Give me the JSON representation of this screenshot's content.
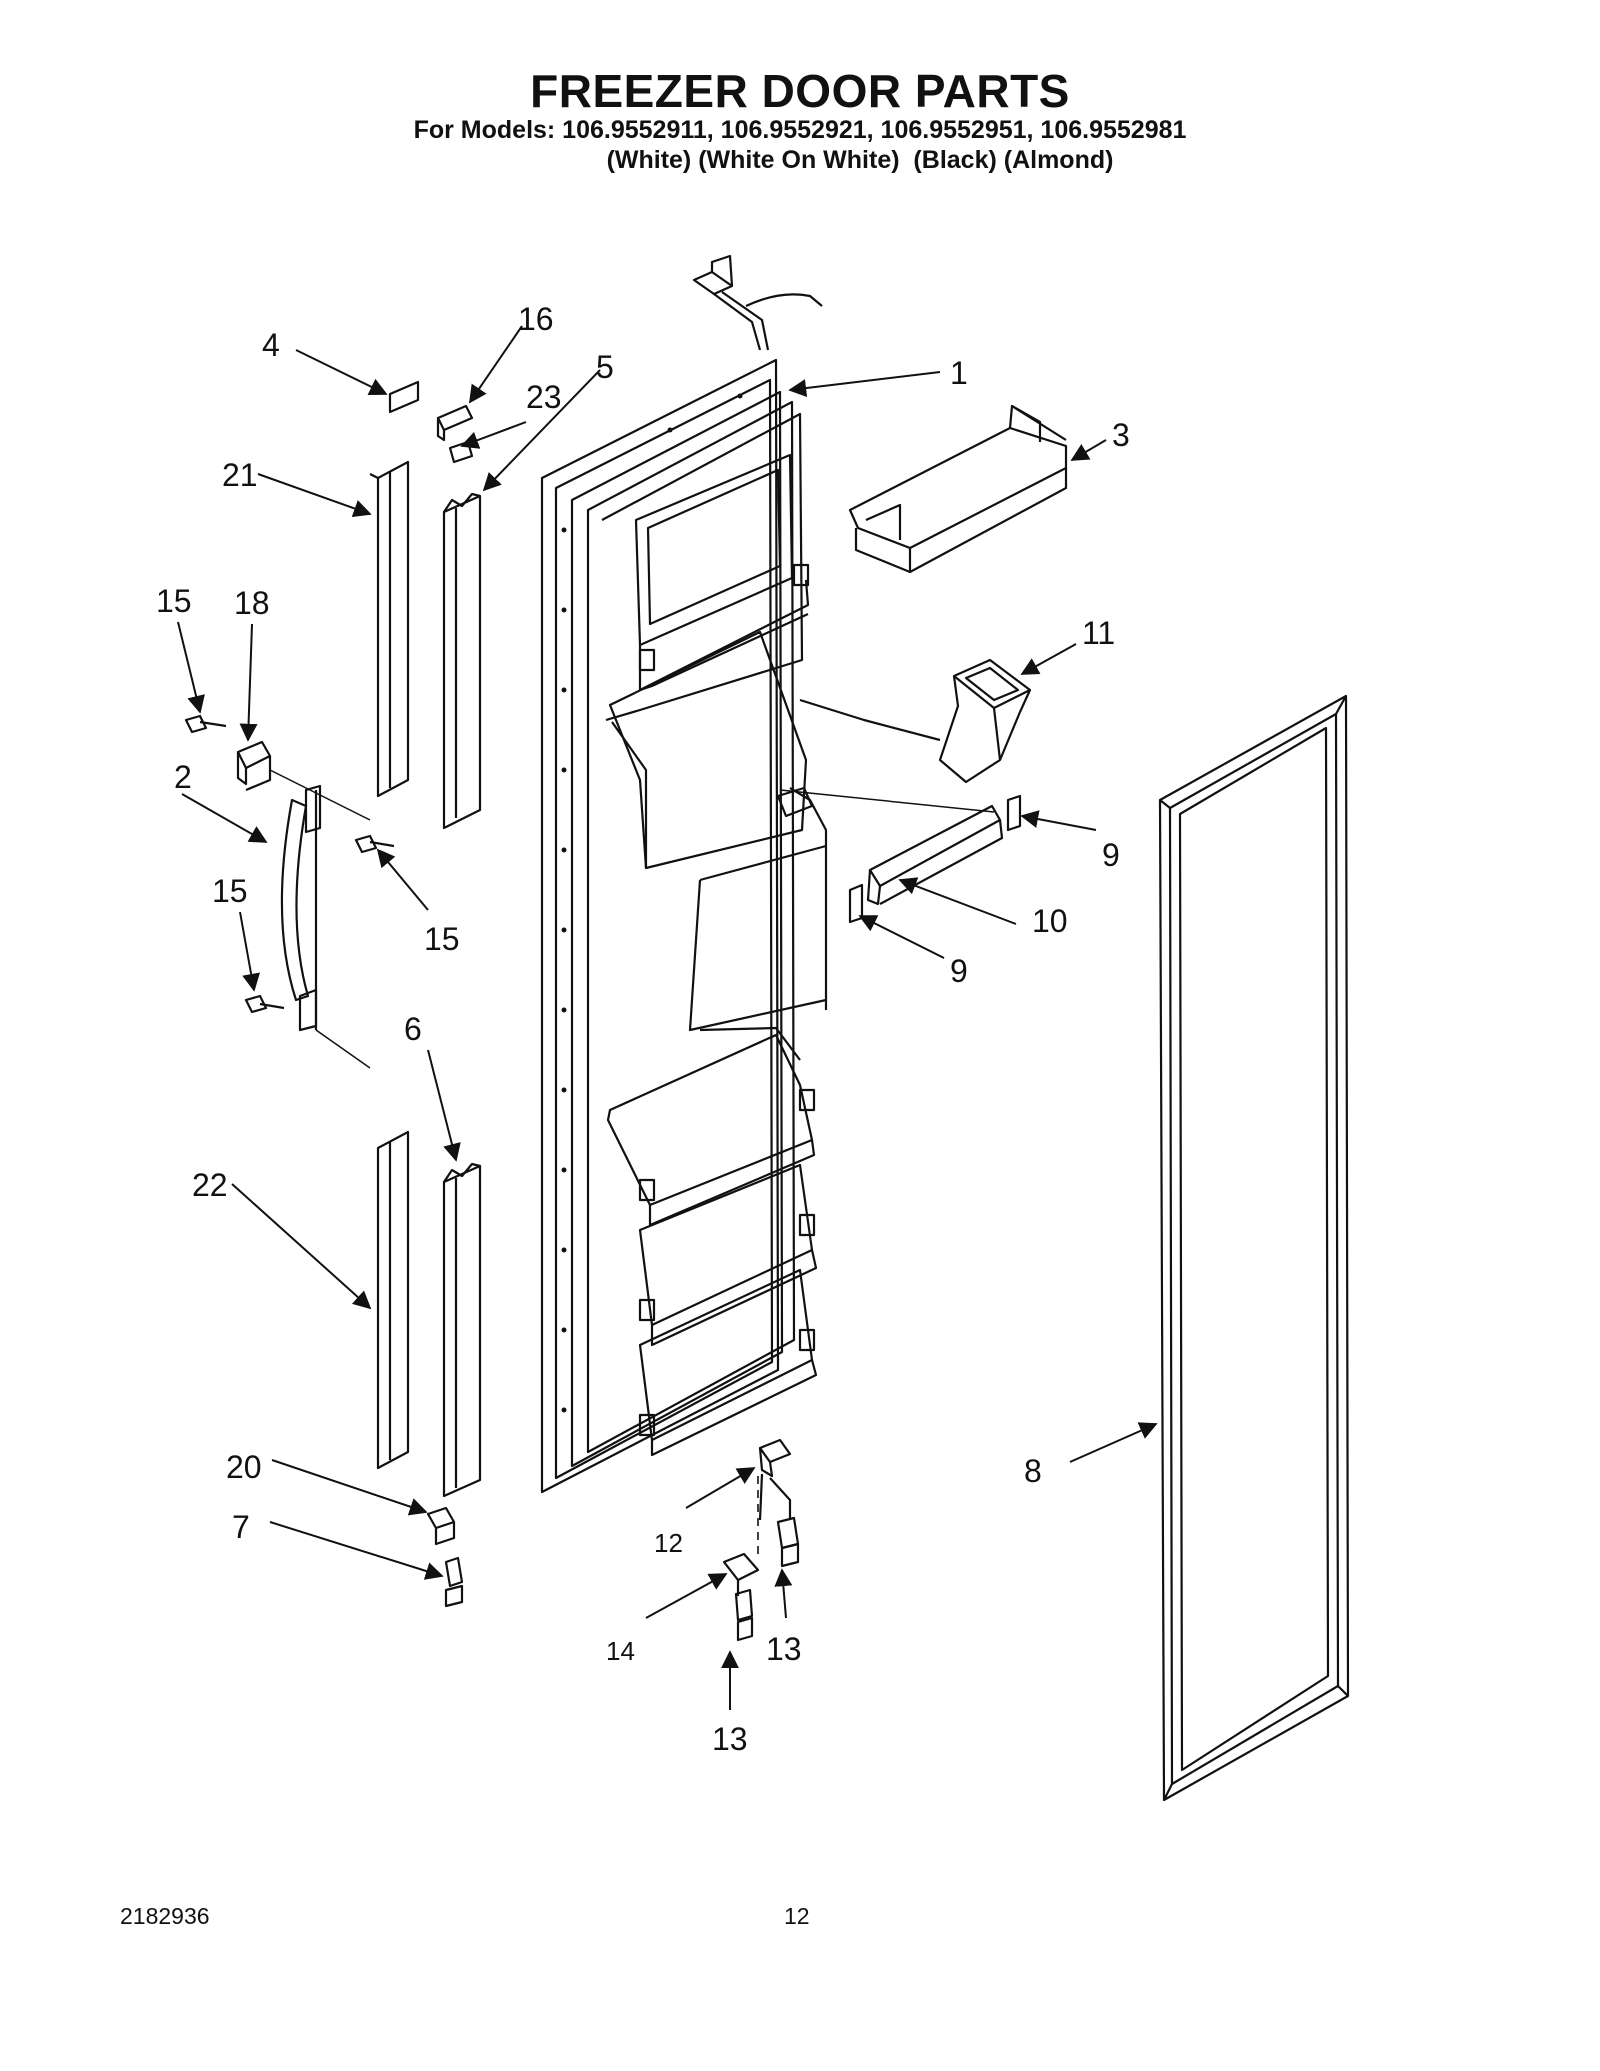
{
  "header": {
    "title": "FREEZER DOOR PARTS",
    "models_line": "For Models: 106.9552911, 106.9552921, 106.9552951, 106.9552981",
    "colors_line": "(White) (White On White)  (Black) (Almond)"
  },
  "callouts": [
    {
      "id": "c1",
      "label": "1"
    },
    {
      "id": "c2",
      "label": "2"
    },
    {
      "id": "c3",
      "label": "3"
    },
    {
      "id": "c4",
      "label": "4"
    },
    {
      "id": "c5",
      "label": "5"
    },
    {
      "id": "c6",
      "label": "6"
    },
    {
      "id": "c7",
      "label": "7"
    },
    {
      "id": "c8",
      "label": "8"
    },
    {
      "id": "c9a",
      "label": "9"
    },
    {
      "id": "c9b",
      "label": "9"
    },
    {
      "id": "c10",
      "label": "10"
    },
    {
      "id": "c11",
      "label": "11"
    },
    {
      "id": "c12",
      "label": "12"
    },
    {
      "id": "c13a",
      "label": "13"
    },
    {
      "id": "c13b",
      "label": "13"
    },
    {
      "id": "c14",
      "label": "14"
    },
    {
      "id": "c15a",
      "label": "15"
    },
    {
      "id": "c15b",
      "label": "15"
    },
    {
      "id": "c15c",
      "label": "15"
    },
    {
      "id": "c16",
      "label": "16"
    },
    {
      "id": "c18",
      "label": "18"
    },
    {
      "id": "c20",
      "label": "20"
    },
    {
      "id": "c21",
      "label": "21"
    },
    {
      "id": "c22",
      "label": "22"
    },
    {
      "id": "c23",
      "label": "23"
    }
  ],
  "footer": {
    "doc_number": "2182936",
    "page_number": "12"
  }
}
